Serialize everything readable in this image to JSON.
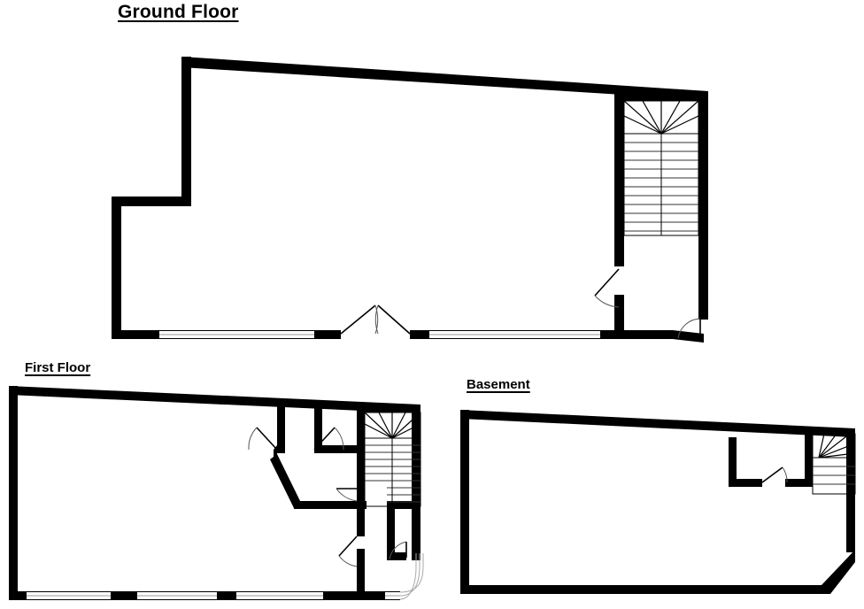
{
  "document": {
    "kind": "floor-plan",
    "background_color": "#ffffff",
    "line_color": "#000000",
    "window_line_color": "#999999",
    "door_swing_color": "#555555"
  },
  "floors": [
    {
      "id": "ground",
      "title": "Ground Floor",
      "features": {
        "staircase": "winder-stair-top-right",
        "doors": [
          "double-door-bottom-center",
          "single-door-stair-hall",
          "single-door-bottom-right"
        ],
        "windows": [
          "bottom-left-window",
          "bottom-right-window"
        ],
        "wall_notes": "sloping-top-wall, stepped-left-wall"
      }
    },
    {
      "id": "first",
      "title": "First Floor",
      "features": {
        "staircase": "winder-stair-right",
        "doors": [
          "door-upper-left-room",
          "door-upper-right-room",
          "door-hall-right",
          "door-lower-hall",
          "door-small-room"
        ],
        "windows": [
          "bottom-window-run",
          "curved-bay-window-right"
        ],
        "wall_notes": "sloping-top-wall, chamfered-internal-wall"
      }
    },
    {
      "id": "basement",
      "title": "Basement",
      "features": {
        "staircase": "winder-stair-partial-right",
        "doors": [
          "door-store-room"
        ],
        "windows": [],
        "wall_notes": "sloping-top-wall, chamfered-bottom-right-corner"
      }
    }
  ]
}
